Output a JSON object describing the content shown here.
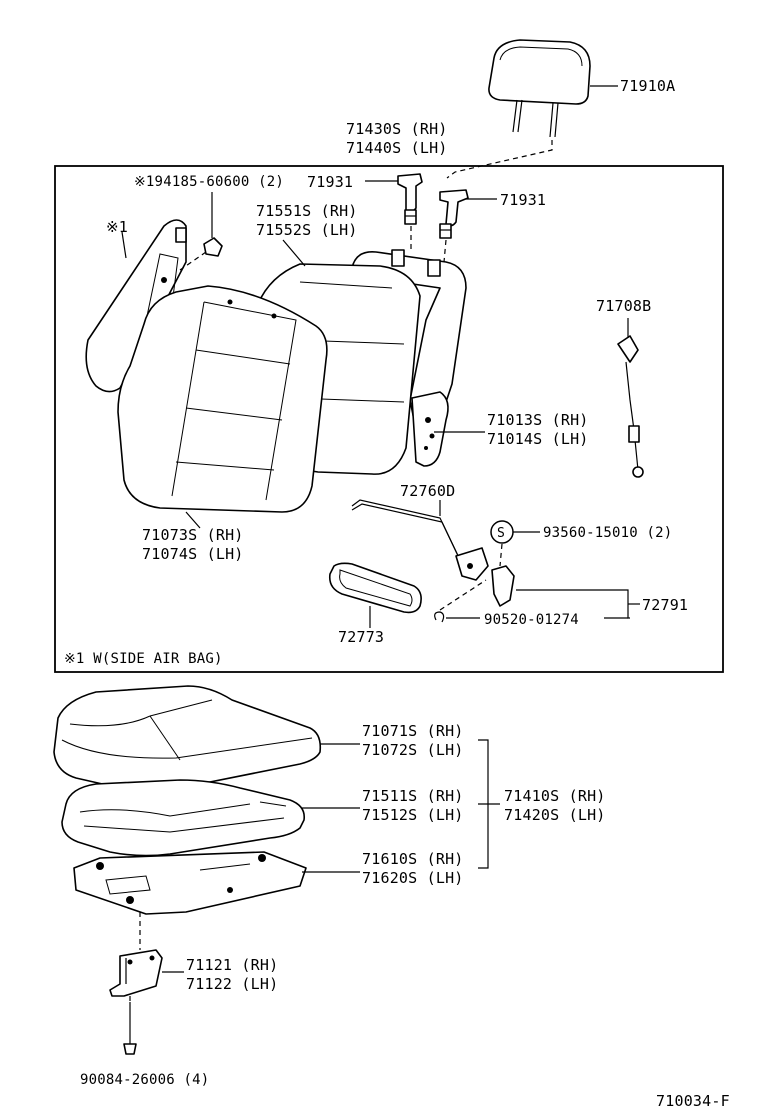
{
  "diagram": {
    "figure_code": "710034-F",
    "frame_note": "※1 W(SIDE AIR BAG)",
    "callouts": {
      "headrest": "71910A",
      "cover_rh": "71430S (RH)",
      "cover_lh": "71440S (LH)",
      "clip": "※194185-60600 (2)",
      "support_left": "71931",
      "support_right": "71931",
      "note_mark": "※1",
      "pad_rh": "71551S (RH)",
      "pad_lh": "71552S (LH)",
      "cable": "71708B",
      "frame_rh": "71013S (RH)",
      "frame_lh": "71014S (LH)",
      "lever_rod": "72760D",
      "screw": "93560-15010 (2)",
      "back_cover_rh": "71073S (RH)",
      "back_cover_lh": "71074S (LH)",
      "knob_group": "72791",
      "clip_pin": "90520-01274",
      "knob": "72773",
      "cushion_cover_rh": "71071S (RH)",
      "cushion_cover_lh": "71072S (LH)",
      "cushion_pad_rh": "71511S (RH)",
      "cushion_pad_lh": "71512S (LH)",
      "cushion_assy_rh": "71410S (RH)",
      "cushion_assy_lh": "71420S (LH)",
      "cushion_frame_rh": "71610S (RH)",
      "cushion_frame_lh": "71620S (LH)",
      "bracket_rh": "71121 (RH)",
      "bracket_lh": "71122 (LH)",
      "bolt": "90084-26006 (4)",
      "circled_s": "S"
    }
  }
}
